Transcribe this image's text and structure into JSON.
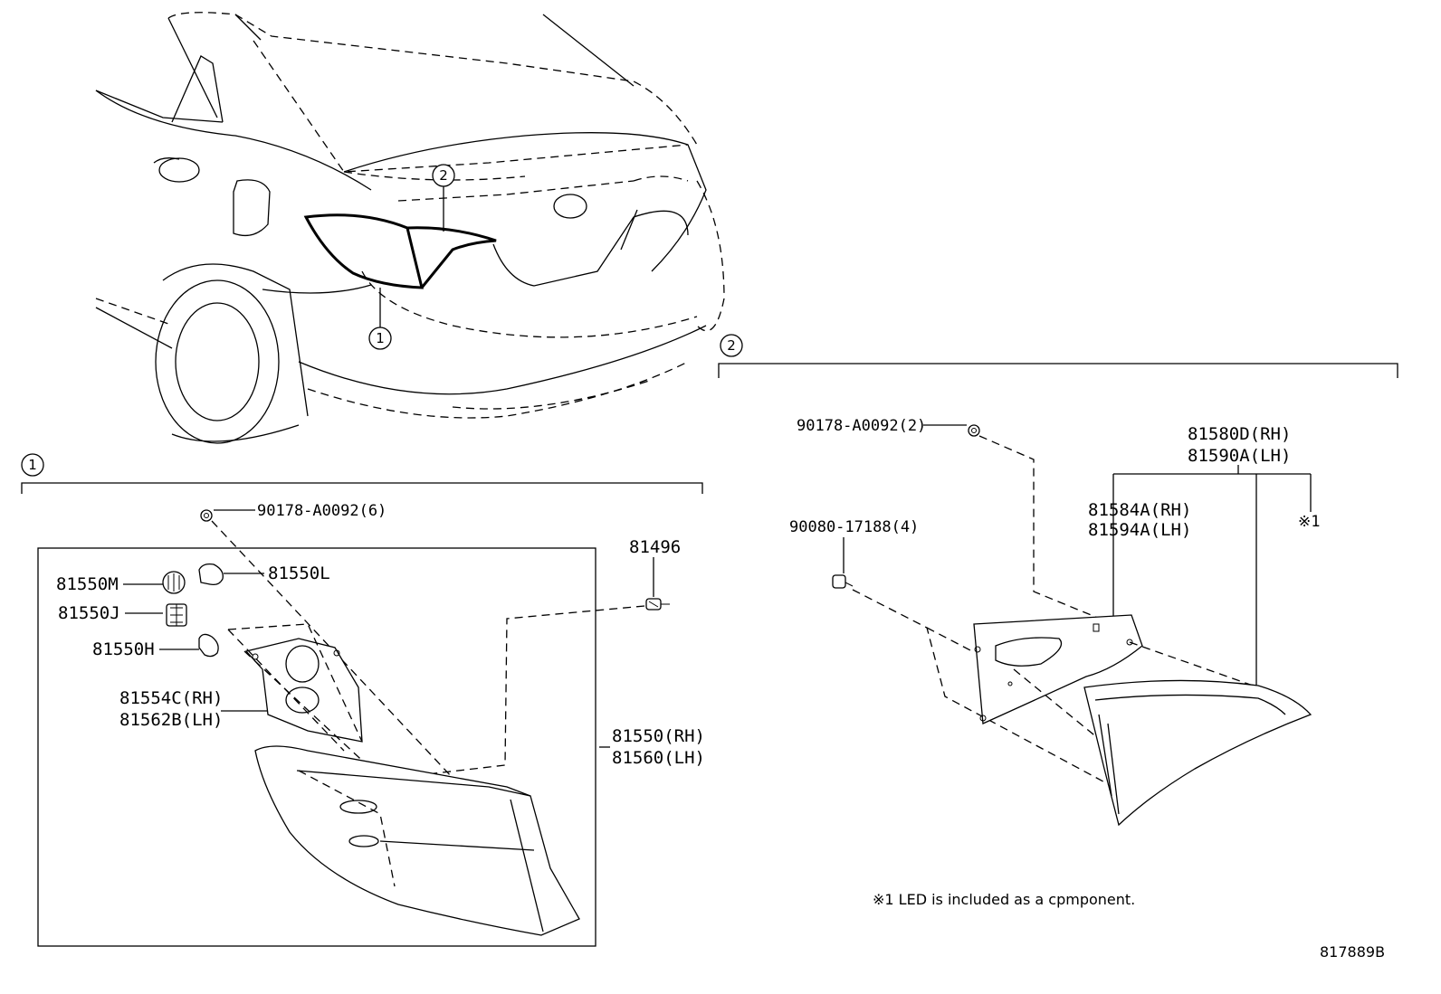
{
  "callouts": {
    "c1": "1",
    "c2": "2"
  },
  "section1": {
    "parts": {
      "p90178_6": "90178-A0092(6)",
      "p81496": "81496",
      "p81550M": "81550M",
      "p81550L": "81550L",
      "p81550J": "81550J",
      "p81550H": "81550H",
      "p81554C": "81554C(RH)",
      "p81562B": "81562B(LH)",
      "p81550": "81550(RH)",
      "p81560": "81560(LH)"
    }
  },
  "section2": {
    "parts": {
      "p90178_2": "90178-A0092(2)",
      "p81580D": "81580D(RH)",
      "p81590A": "81590A(LH)",
      "p81584A": "81584A(RH)",
      "p81594A": "81594A(LH)",
      "p90080": "90080-17188(4)",
      "ref1": "※1"
    },
    "note": "※1  LED is included as a cpmponent."
  },
  "diagram_id": "817889B"
}
